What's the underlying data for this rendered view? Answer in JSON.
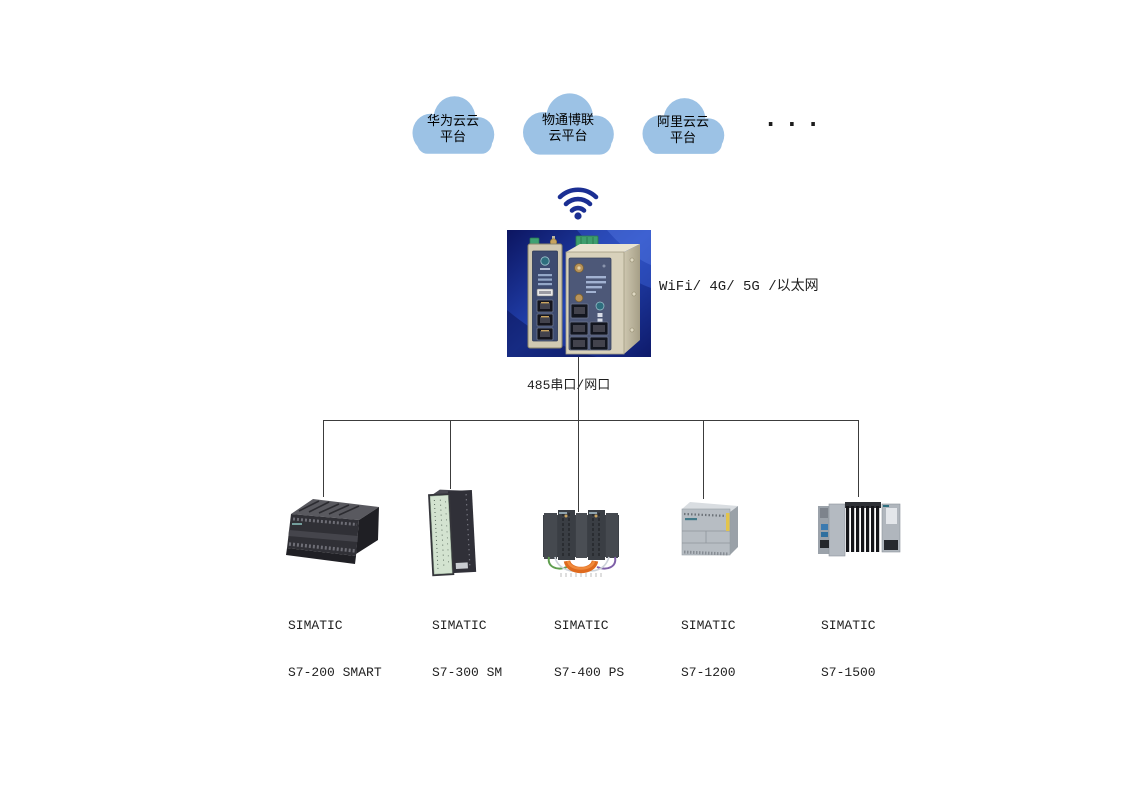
{
  "colors": {
    "cloud_fill": "#9CC2E5",
    "wifi_blue": "#1B2F93",
    "line_color": "#3C3C3C",
    "label_color": "#1F1F1F"
  },
  "clouds": {
    "items": [
      {
        "line1": "华为云云",
        "line2": "平台"
      },
      {
        "line1": "物通博联",
        "line2": "云平台"
      },
      {
        "line1": "阿里云云",
        "line2": "平台"
      }
    ],
    "more": "···"
  },
  "gateway": {
    "uplink_label": "WiFi/ 4G/ 5G /以太网",
    "downlink_label": "485串口/网口"
  },
  "plcs": [
    {
      "line1": "SIMATIC",
      "line2": "S7-200 SMART"
    },
    {
      "line1": "SIMATIC",
      "line2": "S7-300 SM"
    },
    {
      "line1": "SIMATIC",
      "line2": "S7-400 PS"
    },
    {
      "line1": "SIMATIC",
      "line2": "S7-1200"
    },
    {
      "line1": "SIMATIC",
      "line2": "S7-1500"
    }
  ]
}
